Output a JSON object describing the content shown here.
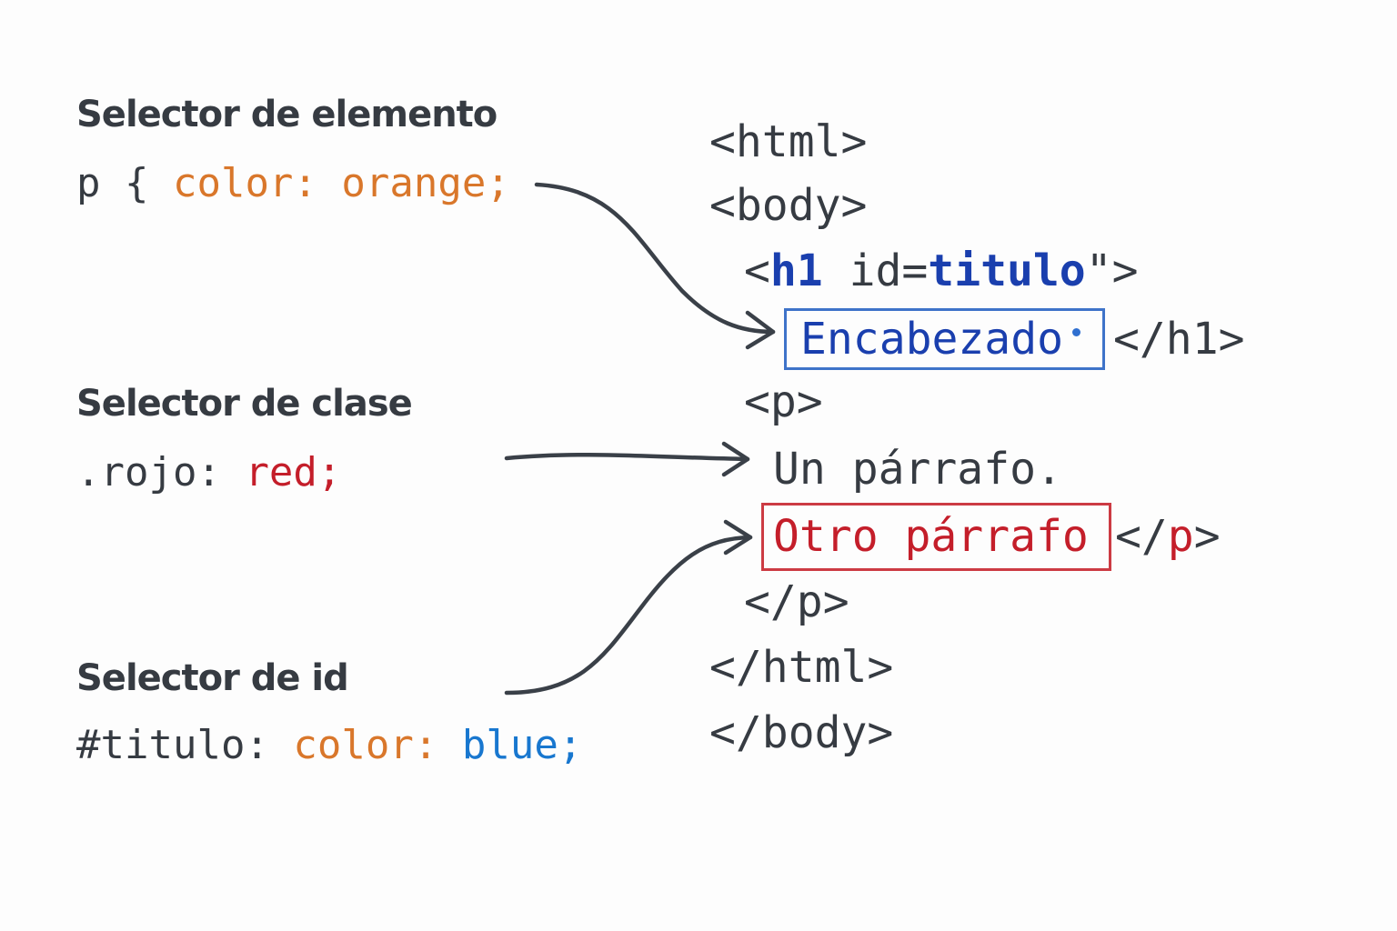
{
  "selectors": [
    {
      "heading": "Selector de elemento",
      "rule": {
        "selector": "p { ",
        "property": "color: orange;",
        "value": ""
      }
    },
    {
      "heading": "Selector de clase",
      "rule": {
        "selector": ".rojo: ",
        "property": "",
        "value": "red;"
      }
    },
    {
      "heading": "Selector de id",
      "rule": {
        "selector": "#titulo: ",
        "property": "color: ",
        "value": "blue;"
      }
    }
  ],
  "html_code": {
    "html_open": "<html>",
    "body_open": "<body>",
    "h1_open": {
      "lt": "<",
      "tag": "h1",
      "attr": " id=",
      "id_value": "titulo",
      "end": "\">"
    },
    "h1_text": "Encabezado",
    "h1_close": "</h1>",
    "p_open": "<p>",
    "p1_text": "Un párrafo.",
    "p2_text": "Otro párrafo",
    "p2_close": {
      "open": "</",
      "tag": "p",
      "end": ">"
    },
    "p_close": "</p>",
    "html_close": "</html>",
    "body_close": "</body>"
  },
  "colors": {
    "text": "#363b42",
    "orange": "#d9772b",
    "red": "#c41e2a",
    "blue": "#1877cf",
    "navy": "#1a3fae",
    "arrow": "#3a4048"
  }
}
